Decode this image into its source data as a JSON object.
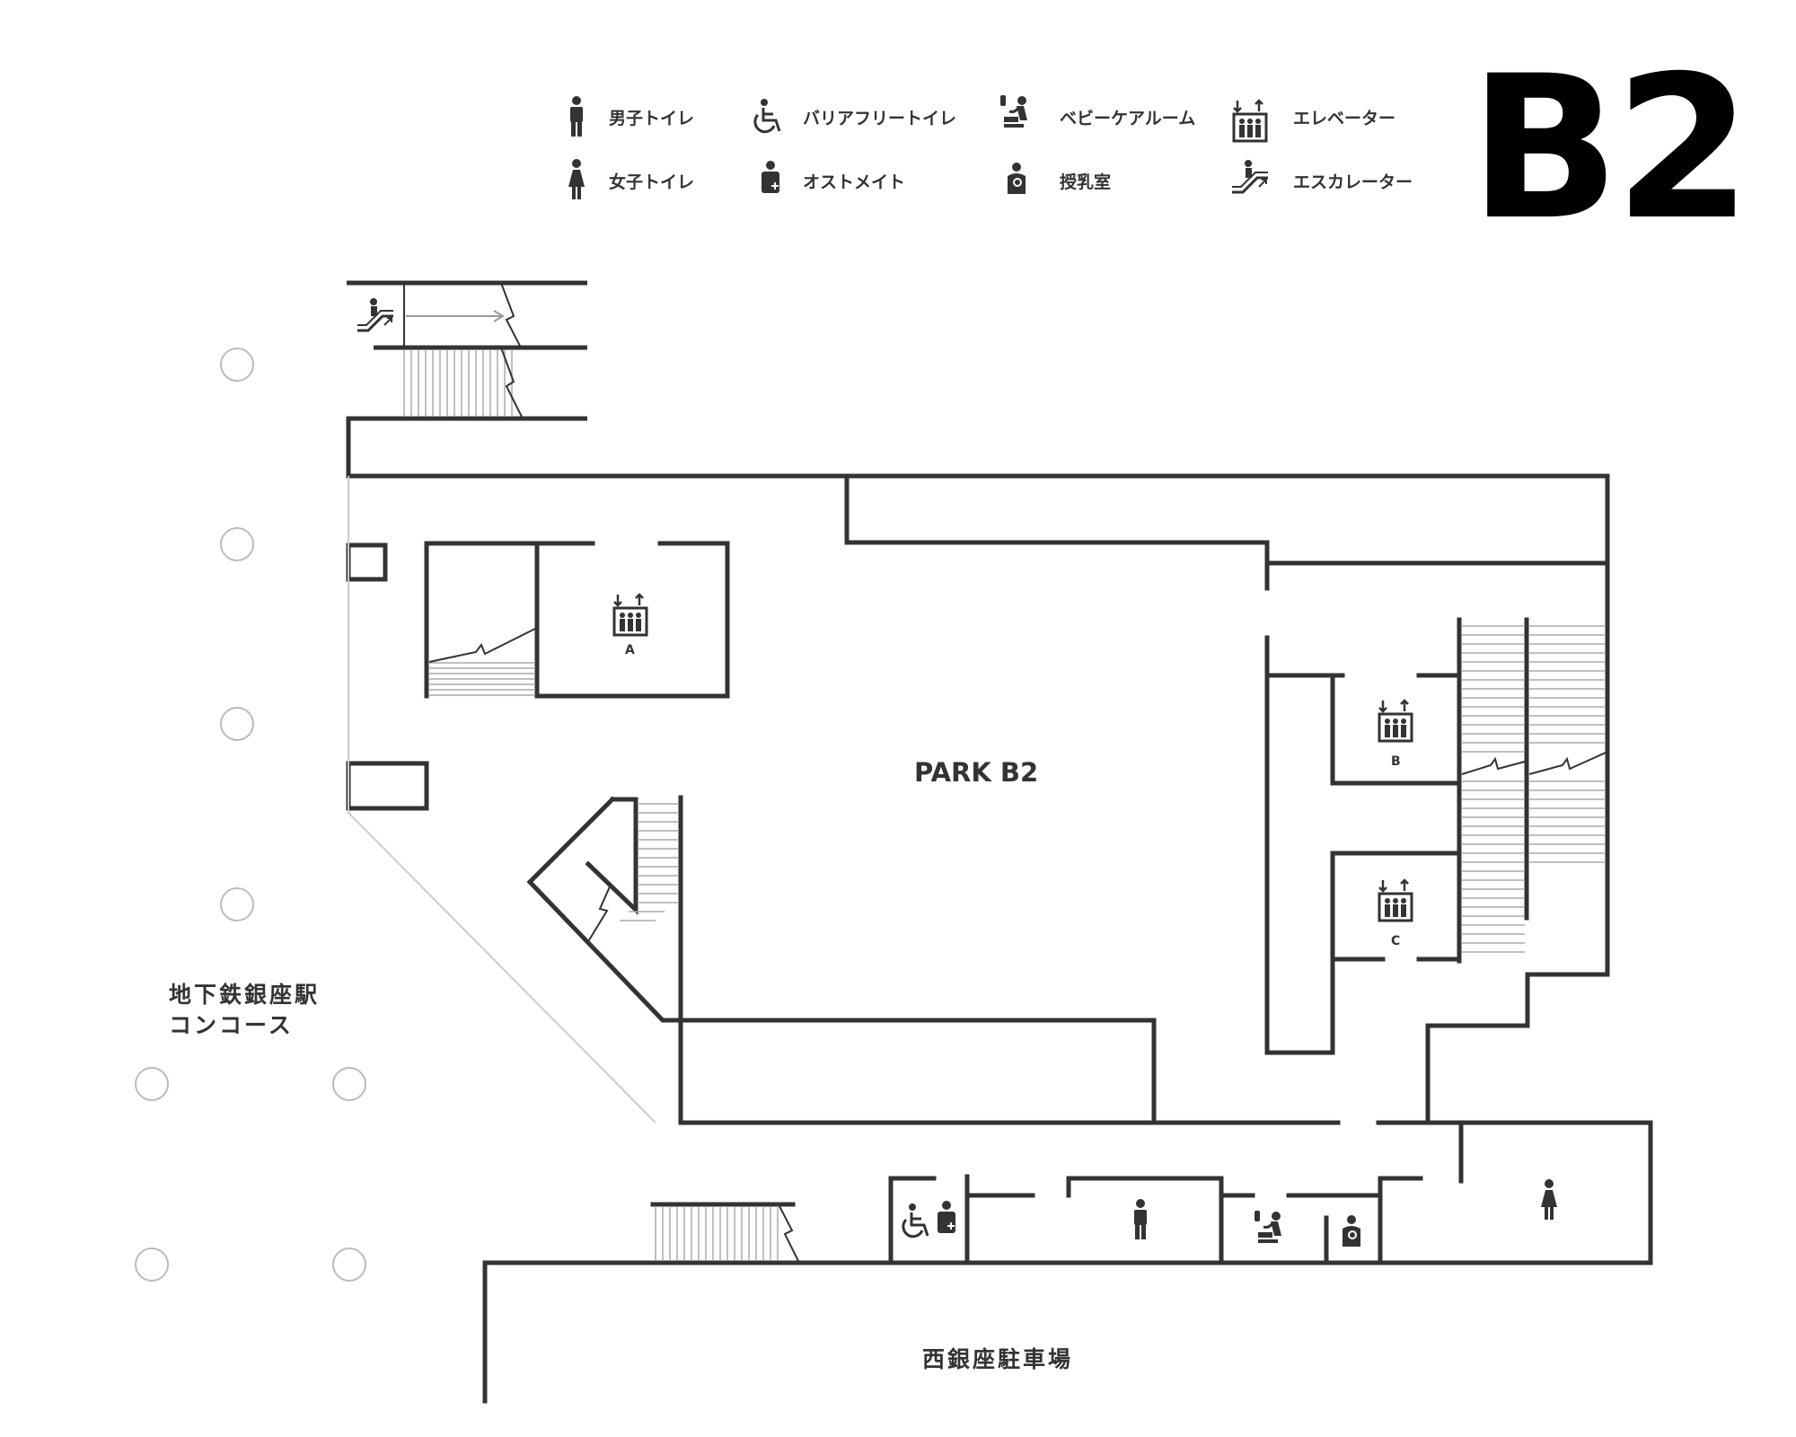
{
  "floor_label": "B2",
  "legend": [
    {
      "icon": "mens-toilet-icon",
      "label": "男子トイレ"
    },
    {
      "icon": "accessible-toilet-icon",
      "label": "バリアフリートイレ"
    },
    {
      "icon": "baby-care-room-icon",
      "label": "ベビーケアルーム"
    },
    {
      "icon": "elevator-icon",
      "label": "エレベーター"
    },
    {
      "icon": "womens-toilet-icon",
      "label": "女子トイレ"
    },
    {
      "icon": "ostomate-icon",
      "label": "オストメイト"
    },
    {
      "icon": "nursing-room-icon",
      "label": "授乳室"
    },
    {
      "icon": "escalator-icon",
      "label": "エスカレーター"
    }
  ],
  "areas": {
    "park": "PARK B2",
    "subway_line1": "地下鉄銀座駅",
    "subway_line2": "コンコース",
    "parking": "西銀座駐車場"
  },
  "elevators": [
    "A",
    "B",
    "C"
  ],
  "colors": {
    "wall": "#333333",
    "stairs": "#aaaaaa",
    "column": "#bbbbbb",
    "background": "#ffffff"
  }
}
